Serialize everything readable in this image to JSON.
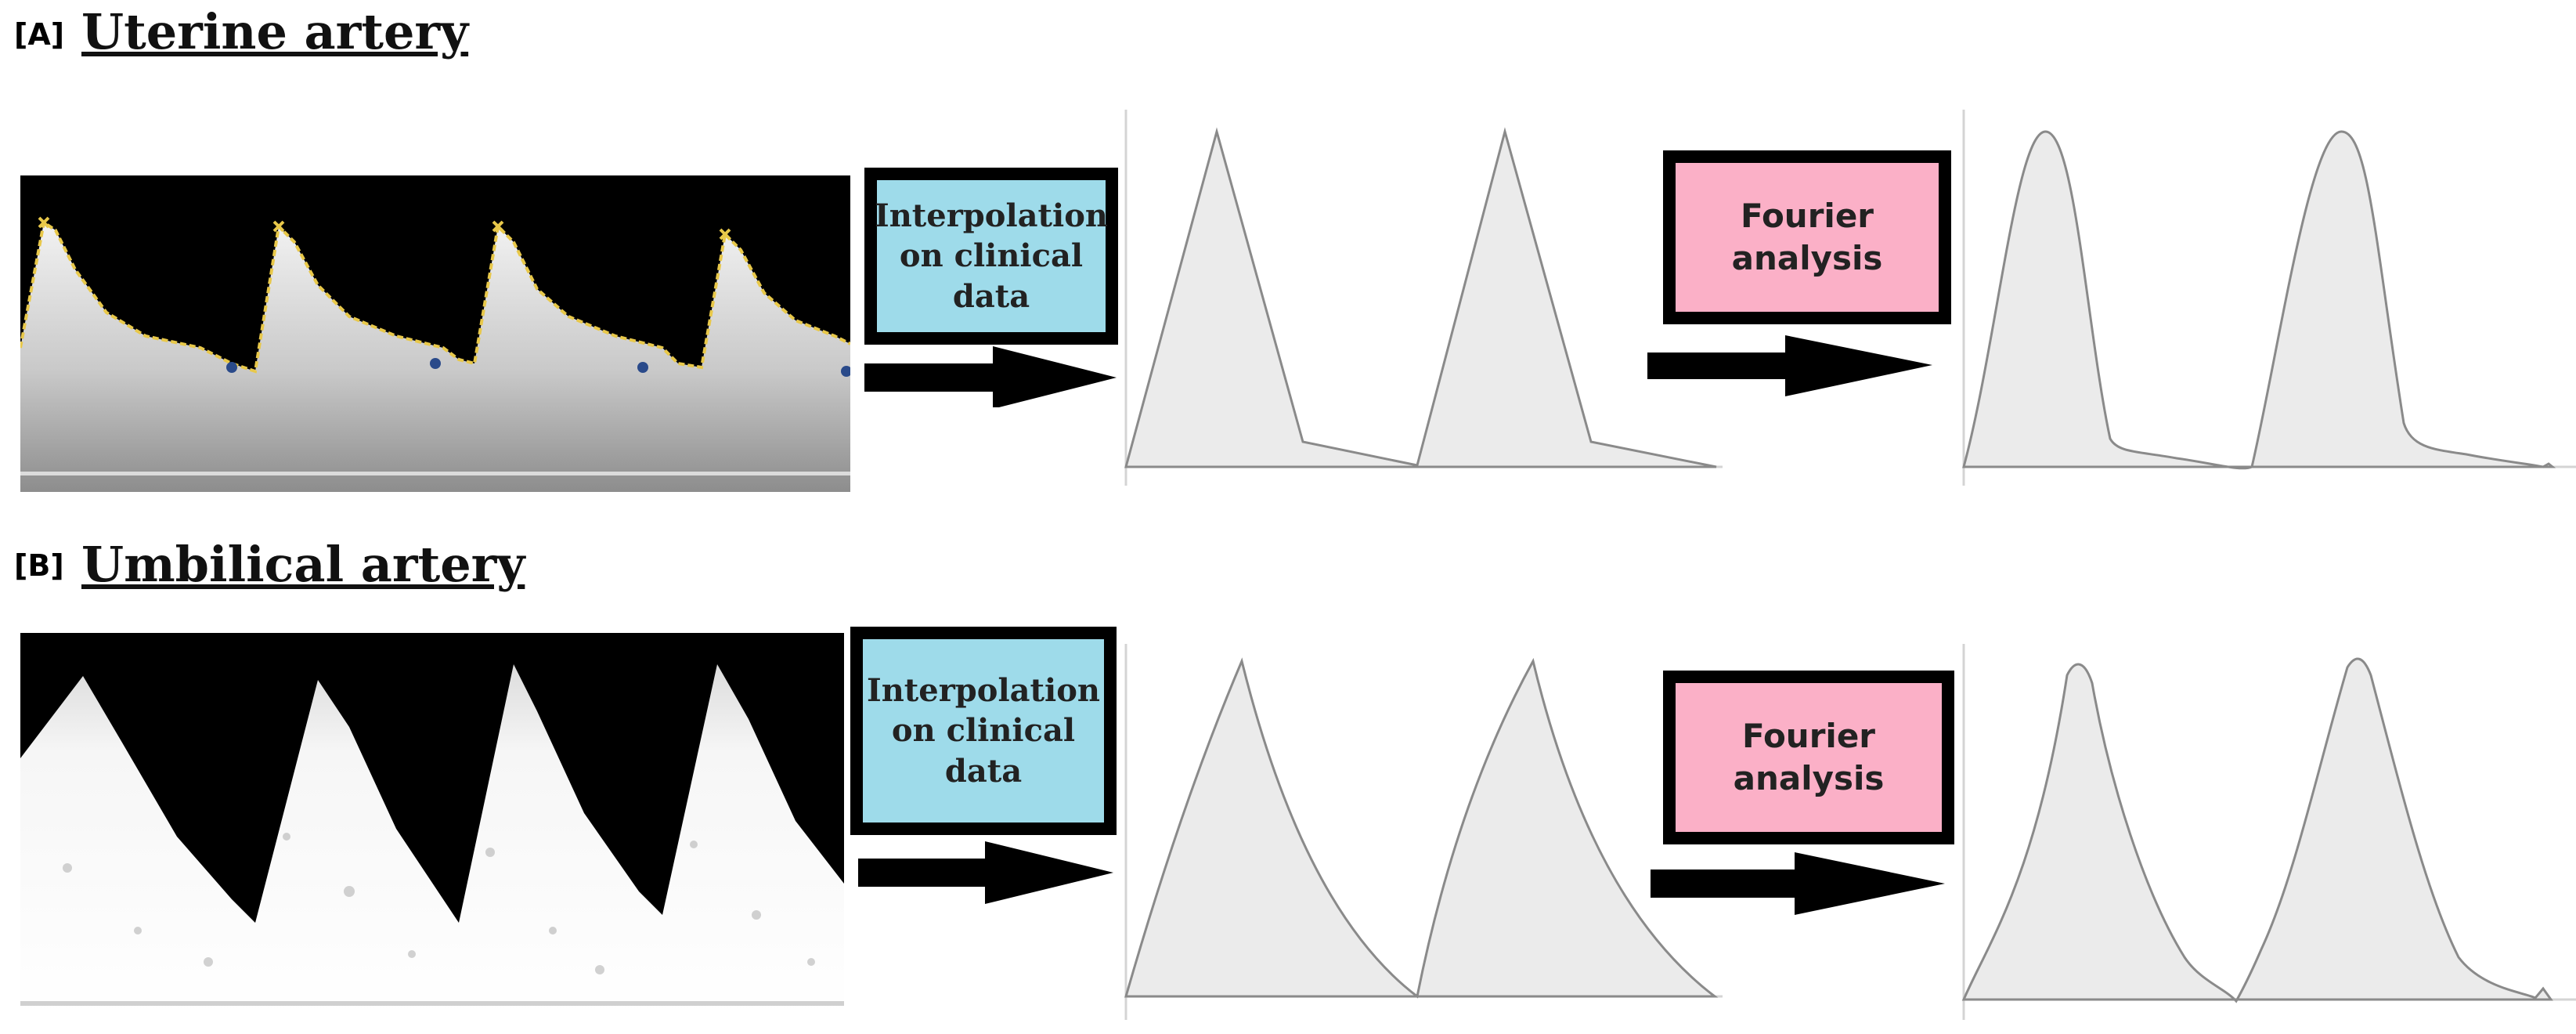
{
  "panels": [
    {
      "id": "A",
      "panel_label": "[A]",
      "title": "Uterine artery",
      "interpolation_label": "Interpolation on clinical data",
      "fourier_label": "Fourier analysis"
    },
    {
      "id": "B",
      "panel_label": "[B]",
      "title": "Umbilical artery",
      "interpolation_label": "Interpolation on clinical data",
      "fourier_label": "Fourier analysis"
    }
  ],
  "colors": {
    "interpolation_box": "#9edbea",
    "fourier_box": "#fbb0c7",
    "waveform_fill": "#ebebeb",
    "waveform_stroke": "#8a8a8a",
    "trace_line": "#e8c84a"
  }
}
